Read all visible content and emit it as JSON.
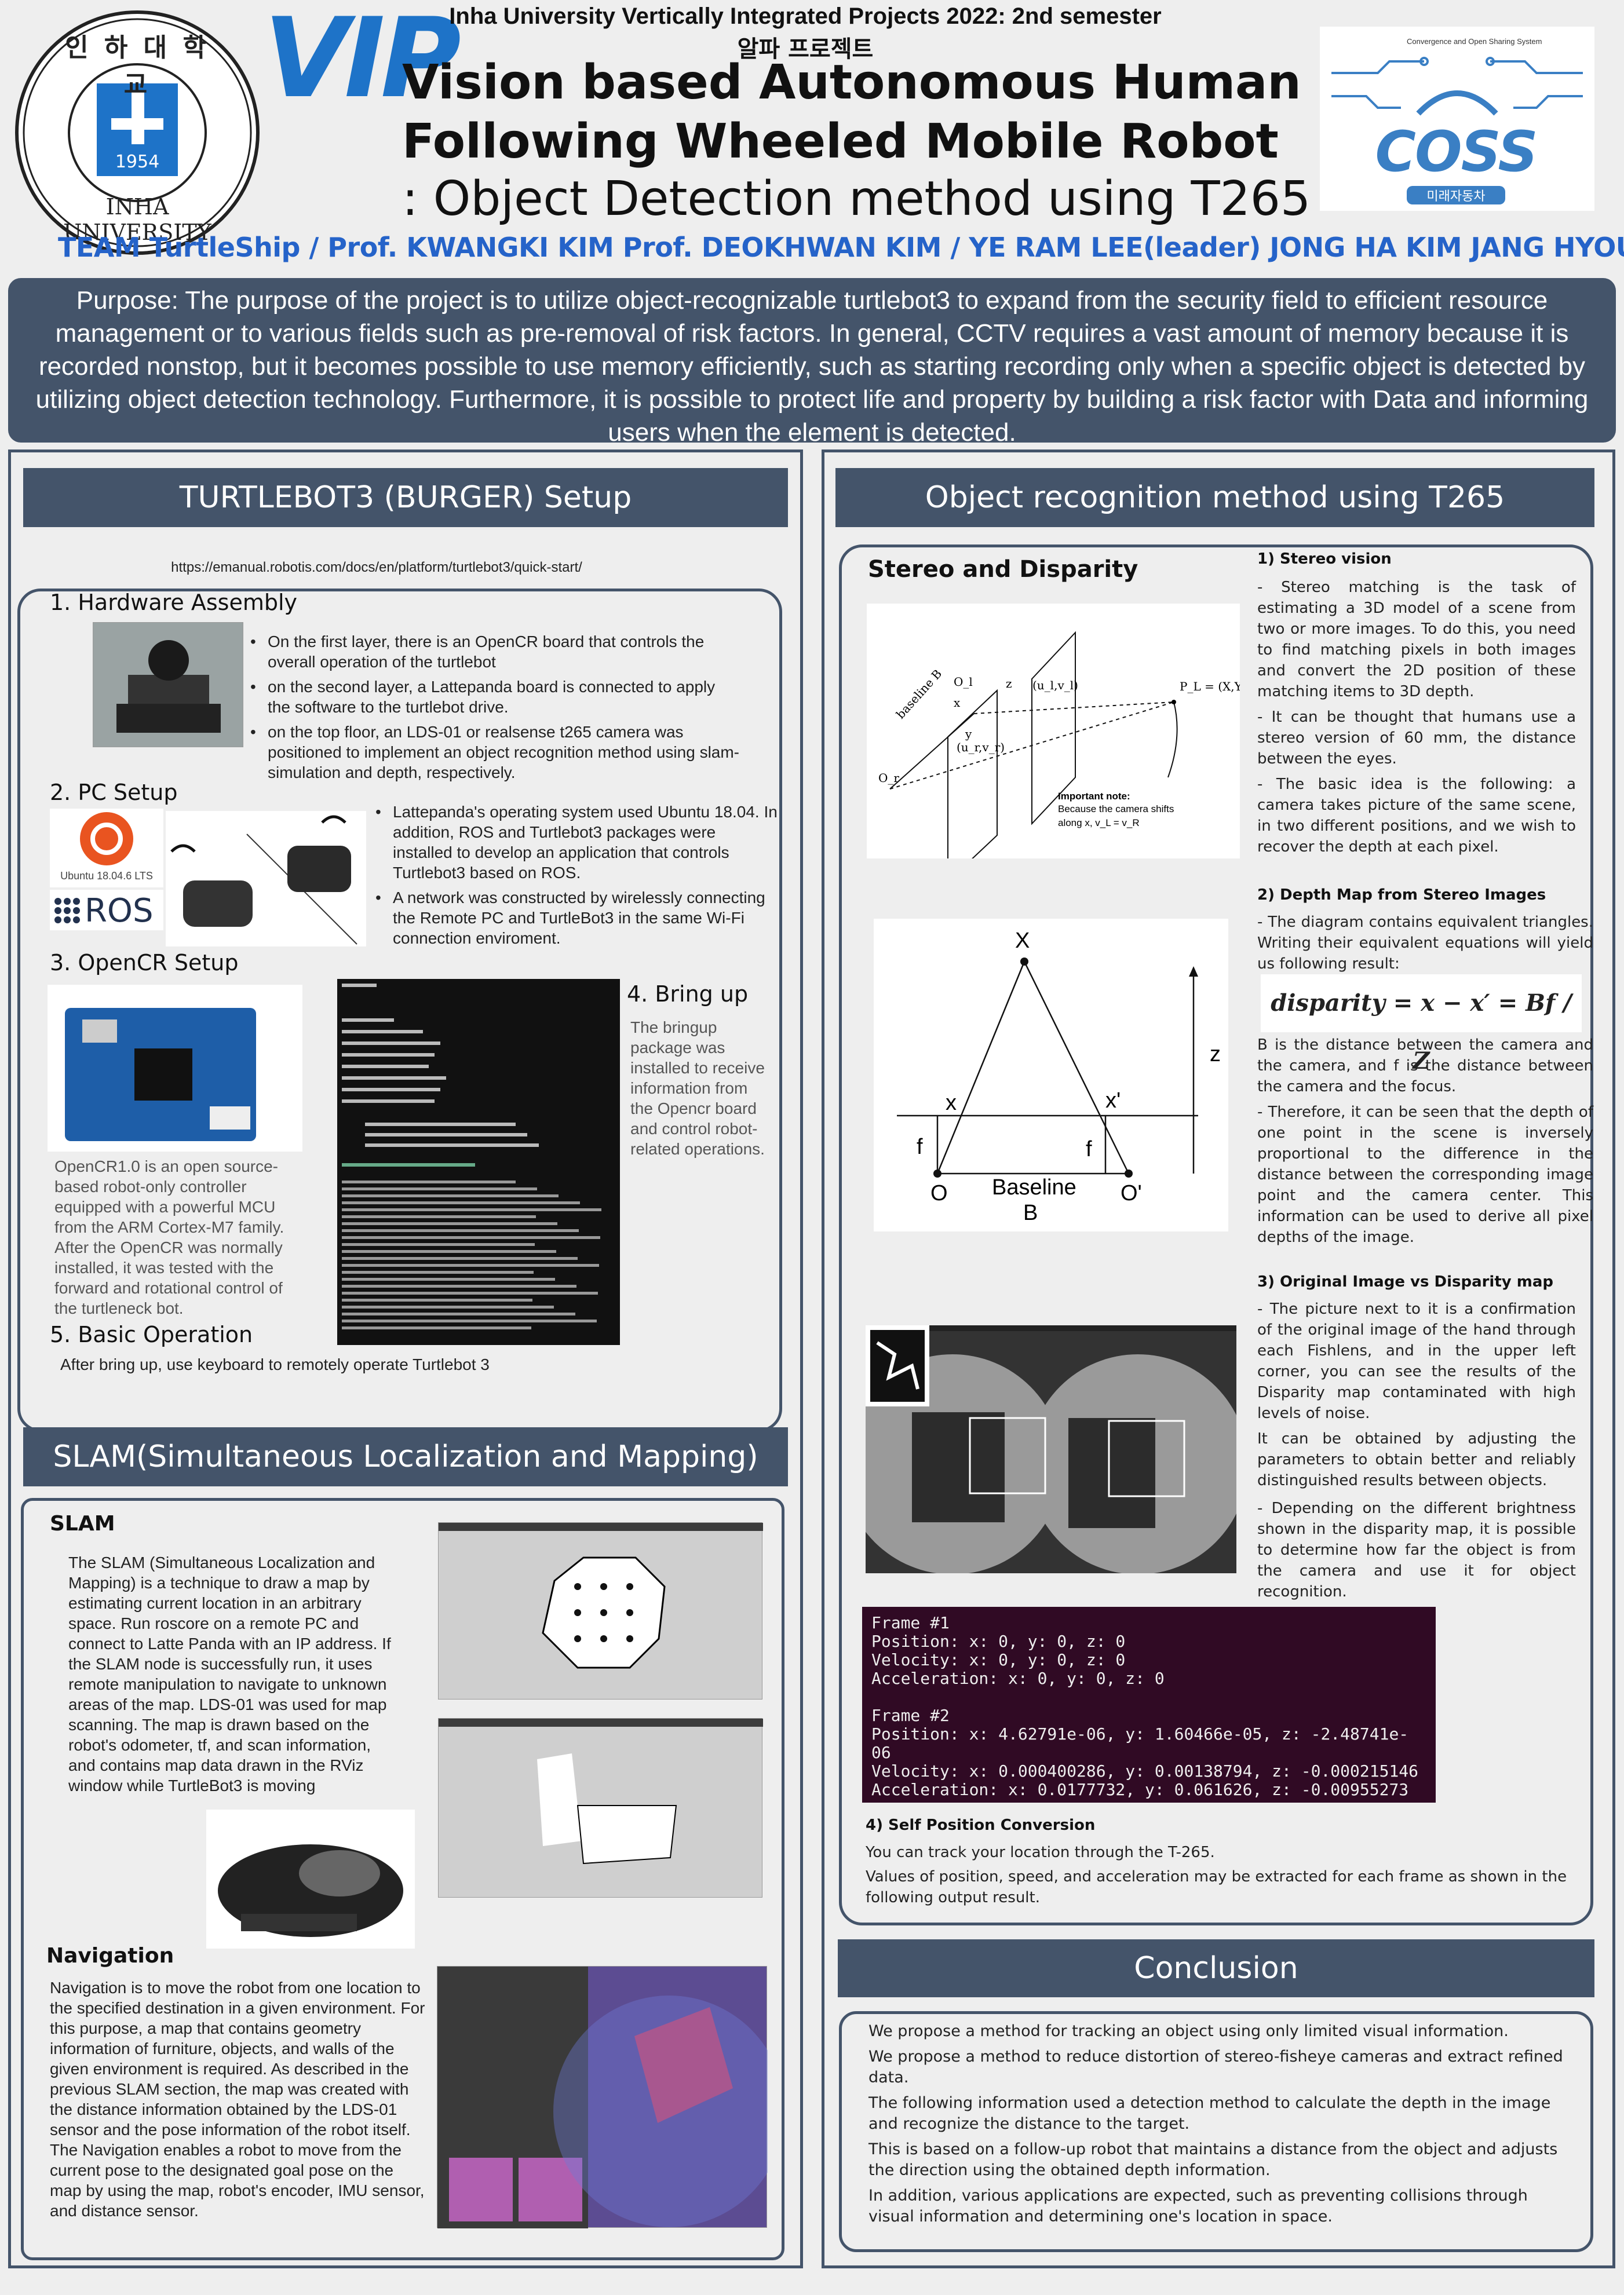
{
  "header": {
    "line1": "Inha University Vertically Integrated Projects 2022: 2nd semester",
    "line2": "알파 프로젝트",
    "title1": "Vision based Autonomous Human",
    "title2": "Following Wheeled Mobile Robot",
    "subtitle": ": Object Detection method using T265",
    "team": "TEAM TurtleShip / Prof. KWANGKI KIM Prof. DEOKHWAN KIM / YE RAM LEE(leader) JONG HA KIM JANG HYOUN JO"
  },
  "logos": {
    "inha_top": "인 하 대 학 교",
    "inha_year": "1954",
    "inha_bottom": "INHA UNIVERSITY",
    "vip": "VIP",
    "coss_caption": "Convergence and Open Sharing System",
    "coss": "COSS",
    "coss_korean": "미래자동차"
  },
  "purpose": "Purpose: The purpose of the project is to utilize object-recognizable turtlebot3 to expand from the security field to efficient resource management or to various fields such as pre-removal of risk factors. In general, CCTV requires a vast amount of memory because it is recorded nonstop, but it becomes possible to use memory efficiently, such as starting recording only when a specific object is detected by utilizing object detection technology. Furthermore, it is possible to protect life and property by building a risk factor with Data and informing users when the element is detected.",
  "left": {
    "section_title": "TURTLEBOT3 (BURGER) Setup",
    "url": "https://emanual.robotis.com/docs/en/platform/turtlebot3/quick-start/",
    "hw_title": "1.  Hardware Assembly",
    "hw_bullets": [
      "On the first layer, there is an OpenCR board that controls the overall operation of the turtlebot",
      "on the second layer, a Lattepanda board is connected to apply the software to the turtlebot drive.",
      "on the top floor, an LDS-01 or realsense t265 camera was positioned to implement an object recognition method using slam-simulation and depth, respectively."
    ],
    "pc_title": "2. PC Setup",
    "ubuntu_label": "Ubuntu 18.04.6 LTS",
    "ros_label": "ROS",
    "pc_bullets": [
      "Lattepanda's operating system used Ubuntu 18.04. In addition, ROS and Turtlebot3 packages were installed to develop an application that controls Turtlebot3 based on ROS.",
      "A network was constructed by wirelessly connecting the Remote PC and TurtleBot3 in the same Wi-Fi connection enviroment."
    ],
    "opencr_title": "3. OpenCR Setup",
    "opencr_text": "OpenCR1.0 is an open source-based robot-only controller equipped with a powerful MCU from the ARM Cortex-M7 family. After the OpenCR was normally installed, it was tested with the forward and rotational control of the turtleneck bot.",
    "bringup_title": "4. Bring up",
    "bringup_text": "The bringup package was installed to receive information from the Opencr board and control robot-related operations.",
    "basic_title": "5. Basic Operation",
    "basic_text": "After bring up, use keyboard to remotely operate Turtlebot 3",
    "slam_section": "SLAM(Simultaneous Localization and Mapping)",
    "slam_title": "SLAM",
    "slam_text": "The SLAM (Simultaneous Localization and Mapping) is a technique to draw a map by estimating current location in an arbitrary space. Run roscore on a remote PC and connect to Latte Panda with an IP address. If the SLAM node is successfully run, it uses remote manipulation to navigate to unknown areas of the map. LDS-01 was used for map scanning. The map is drawn based on the robot's odometer, tf, and scan information, and contains map data drawn in the RViz window while TurtleBot3 is moving",
    "nav_title": "Navigation",
    "nav_text": "Navigation is to move the robot from one location to the specified destination in a given environment. For this purpose, a map that contains geometry information of furniture, objects, and walls of the given environment is required. As described in the previous SLAM section, the map was created with the distance information obtained by the LDS-01 sensor and the pose information of the robot itself. The Navigation enables a robot to move from the current pose to the designated goal pose on the map by using the map, robot's encoder, IMU sensor, and distance sensor."
  },
  "right": {
    "section_title": "Object recognition method using T265",
    "stereo_title": "Stereo and Disparity",
    "sv_title": "1) Stereo vision",
    "sv_p1": "- Stereo matching is the task of estimating a 3D model of a scene from two or more images. To do this, you need to find matching pixels in both images and convert the 2D position of these matching items to 3D depth.",
    "sv_p2": "- It can be thought that humans use a stereo version of 60 mm, the distance between the eyes.",
    "sv_p3": "- The basic idea is the following: a camera takes picture of the same scene, in two different positions, and we wish to recover the depth at each pixel.",
    "dm_title": "2) Depth Map from Stereo Images",
    "dm_p1": "-  The diagram contains equivalent triangles. Writing their equivalent equations will yield us following result:",
    "formula": "disparity = x − x′ = Bf / Z",
    "dm_p2": " B is the distance between the camera and the camera, and f is the distance between the camera and the focus.",
    "dm_p3": "- Therefore, it can be seen that the depth of one point in the scene is inversely proportional to the difference in the distance between the corresponding image point and the camera center. This information can be used to derive all pixel depths of the image.",
    "orig_title": "3) Original Image vs Disparity map",
    "orig_p1": "- The picture next to it is a confirmation of the original image of the hand through each Fishlens, and in the upper left corner, you can see the results of the Disparity map contaminated with high levels of noise.",
    "orig_p2": "It can be obtained by adjusting the parameters to obtain better and reliably distinguished results between objects.",
    "orig_p3": "- Depending on the different brightness shown in the disparity map, it is possible to determine how far the object is from the camera and use it for object recognition.",
    "term_lines": [
      "Frame #1",
      "Position: x: 0, y: 0, z: 0",
      "Velocity: x: 0, y: 0, z: 0",
      "Acceleration: x: 0, y: 0, z: 0",
      "",
      "Frame #2",
      "Position: x: 4.62791e-06, y: 1.60466e-05, z: -2.48741e-06",
      "Velocity: x: 0.000400286, y: 0.00138794, z: -0.000215146",
      "Acceleration: x: 0.0177732, y: 0.061626, z: -0.00955273"
    ],
    "sp_title": "4) Self Position Conversion",
    "sp_p1": "You can track your location through the T-265.",
    "sp_p2": "Values of position, speed, and acceleration may be extracted for each frame as shown in the following output result.",
    "stereo_diagram": {
      "baseline": "baseline B",
      "pl": "P_L = (X,Y,Z)",
      "note_title": "Important note:",
      "note_l1": "Because the camera shifts",
      "note_l2": "along x, v_L = v_R",
      "ol": "O_l",
      "or": "O_r",
      "ul": "(u_l,v_l)",
      "ur": "(u_r,v_r)",
      "z": "z",
      "x": "x",
      "y": "y"
    },
    "tri_diagram": {
      "X": "X",
      "z": "z",
      "x": "x",
      "xp": "x'",
      "f1": "f",
      "f2": "f",
      "O": "O",
      "Op": "O'",
      "baseline": "Baseline",
      "B": "B"
    }
  },
  "conclusion": {
    "title": "Conclusion",
    "paragraphs": [
      "We propose a method for tracking an object using only limited visual information.",
      " We propose a method to reduce distortion of stereo-fisheye cameras and extract refined data.",
      " The following information used a detection method to calculate the depth in the image and recognize the distance to the target.",
      " This is based on a follow-up robot that maintains a distance from the object and adjusts the direction using the obtained depth information.",
      " In addition, various applications are expected, such as preventing collisions through visual information and determining one's location in space."
    ]
  },
  "colors": {
    "panel": "#44546a",
    "team": "#2563c9",
    "coss": "#3a7fc4",
    "terminal": "#300a24"
  }
}
